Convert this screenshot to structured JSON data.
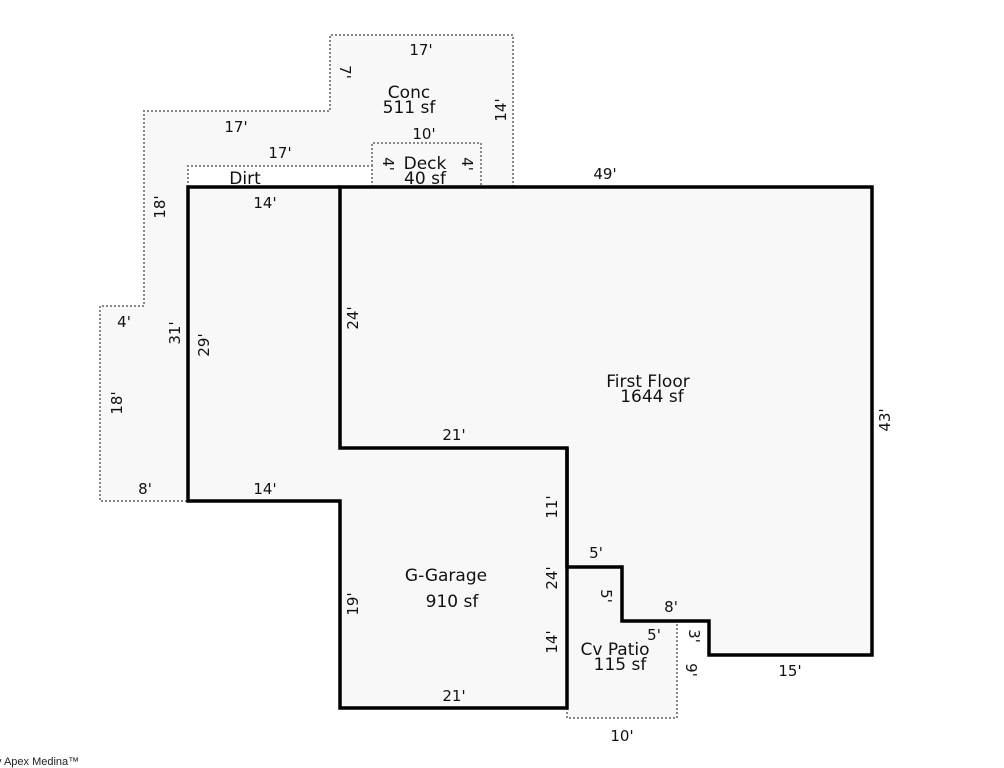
{
  "areas": {
    "conc": {
      "name": "Conc",
      "size": "511 sf"
    },
    "deck": {
      "name": "Deck",
      "size": "40 sf"
    },
    "dirt": {
      "name": "Dirt"
    },
    "first_floor": {
      "name": "First Floor",
      "size": "1644 sf"
    },
    "garage": {
      "name": "G-Garage",
      "size": "910 sf"
    },
    "patio": {
      "name": "Cv Patio",
      "size": "115 sf"
    }
  },
  "dimensions": {
    "conc_top": "17'",
    "conc_7": "7'",
    "conc_14": "14'",
    "conc_17a": "17'",
    "conc_18": "18'",
    "conc_4": "4'",
    "conc_18b": "18'",
    "conc_8": "8'",
    "deck_10": "10'",
    "deck_4l": "4'",
    "deck_4r": "4'",
    "dirt_17": "17'",
    "ff_49": "49'",
    "ff_43": "43'",
    "ff_15": "15'",
    "ff_3": "3'",
    "ff_8": "8'",
    "ff_5v": "5'",
    "ff_5h": "5'",
    "ff_24v": "24'",
    "ff_21": "21'",
    "ff_11": "11'",
    "g_14top": "14'",
    "g_31": "31'",
    "g_29": "29'",
    "g_14mid": "14'",
    "g_19": "19'",
    "g_21": "21'",
    "g_24": "24'",
    "g_14r": "14'",
    "p_5": "5'",
    "p_9": "9'",
    "p_10": "10'"
  },
  "footer": "y Apex Medina™"
}
